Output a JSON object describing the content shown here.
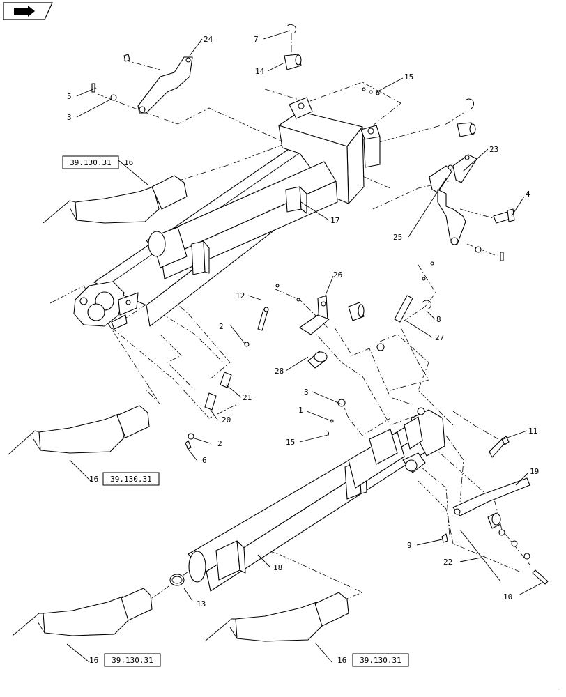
{
  "nav": {
    "icon": "next-page-arrow-icon"
  },
  "ref_code": "39.130.31",
  "callouts": [
    "1",
    "2",
    "2",
    "3",
    "3",
    "4",
    "5",
    "6",
    "7",
    "8",
    "9",
    "10",
    "11",
    "12",
    "13",
    "14",
    "15",
    "15",
    "16",
    "16",
    "16",
    "16",
    "17",
    "18",
    "19",
    "20",
    "21",
    "22",
    "23",
    "24",
    "25",
    "26",
    "27",
    "28"
  ],
  "references": [
    "39.130.31",
    "39.130.31",
    "39.130.31",
    "39.130.31"
  ]
}
